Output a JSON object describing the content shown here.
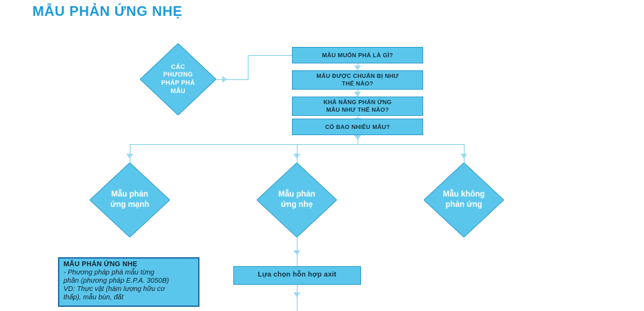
{
  "page": {
    "title": "MẪU PHẢN ỨNG NHẸ",
    "title_color": "#1C9AD6",
    "background": "#ffffff",
    "node_fill": "#5BC6EC",
    "node_border": "#2E9BCB",
    "connector_color": "#7FCFE9",
    "note_border": "#1D6FA5"
  },
  "flow": {
    "root_diamond": {
      "label": "CÁC\nPHƯƠNG\nPHÁP PHÁ\nMẪU"
    },
    "question_boxes": [
      {
        "label": "MẪU MUỐN PHÁ LÀ GÌ?"
      },
      {
        "label": "MẪU ĐƯỢC CHUẨN BỊ NHƯ\nTHẾ NÀO?"
      },
      {
        "label": "KHẢ NĂNG PHẢN ỨNG\nMẪU NHƯ THẾ NÀO?"
      },
      {
        "label": "CÓ BAO NHIÊU MẪU?"
      }
    ],
    "result_diamonds": [
      {
        "label": "Mẫu phản\nứng mạnh"
      },
      {
        "label": "Mẫu phản\nứng nhẹ"
      },
      {
        "label": "Mẫu không\nphản ứng"
      }
    ],
    "acid_box": {
      "label": "Lựa chọn hỗn hợp axit"
    }
  },
  "note": {
    "title": "MẪU PHẢN ỨNG NHẸ",
    "body": "-  Phương pháp phá mẫu từng\nphần (phương pháp E.P.A. 3050B)\nVD: Thực vật (hàm lượng hữu cơ\nthấp), mẫu bùn, đất"
  }
}
